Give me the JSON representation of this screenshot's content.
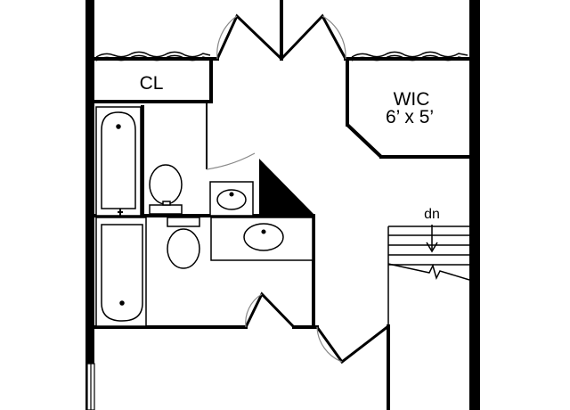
{
  "floor_plan": {
    "rooms": {
      "closet": {
        "label": "CL"
      },
      "walk_in_closet": {
        "label": "WIC",
        "dimensions": "6’ x 5’"
      }
    },
    "stairs": {
      "direction_label": "dn"
    }
  },
  "colors": {
    "wall": "#000000",
    "line": "#000000",
    "door_swing": "#888888",
    "background": "#ffffff"
  }
}
